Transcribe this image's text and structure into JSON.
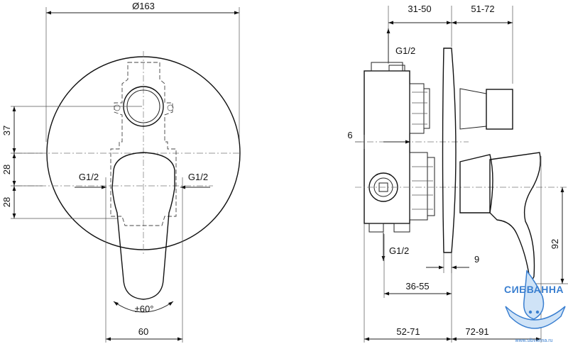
{
  "front_view": {
    "dims": {
      "diameter": "Ø163",
      "v1": "37",
      "v2": "28",
      "v3": "28",
      "width": "60",
      "inlet_left": "G1/2",
      "inlet_right": "G1/2",
      "rotation": "±60°"
    }
  },
  "side_view": {
    "dims": {
      "top_left": "31-50",
      "top_right": "51-72",
      "outlet_top": "G1/2",
      "outlet_bottom": "G1/2",
      "six": "6",
      "nine": "9",
      "d36_55": "36-55",
      "d52_71": "52-71",
      "d72_91": "72-91",
      "h92": "92"
    }
  },
  "watermark": {
    "brand": "СИБВАННА",
    "site": "www.sibvanna.ru",
    "colors": {
      "primary": "#3a7fd0",
      "light": "#cfe3f7"
    }
  }
}
